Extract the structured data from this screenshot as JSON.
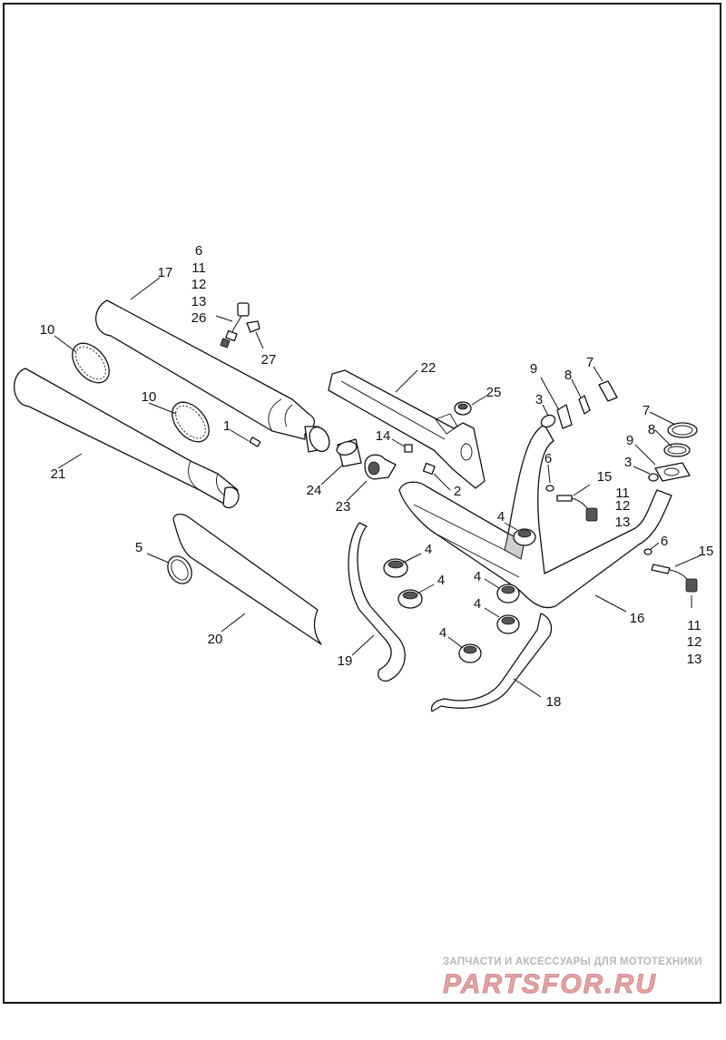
{
  "callouts": [
    {
      "id": "c1",
      "text": "1"
    },
    {
      "id": "c2",
      "text": "2"
    },
    {
      "id": "c3a",
      "text": "3"
    },
    {
      "id": "c3b",
      "text": "3"
    },
    {
      "id": "c4a",
      "text": "4"
    },
    {
      "id": "c4b",
      "text": "4"
    },
    {
      "id": "c4c",
      "text": "4"
    },
    {
      "id": "c4d",
      "text": "4"
    },
    {
      "id": "c4e",
      "text": "4"
    },
    {
      "id": "c4f",
      "text": "4"
    },
    {
      "id": "c5",
      "text": "5"
    },
    {
      "id": "c6a",
      "text": "6"
    },
    {
      "id": "c6b",
      "text": "6"
    },
    {
      "id": "c7a",
      "text": "7"
    },
    {
      "id": "c7b",
      "text": "7"
    },
    {
      "id": "c8a",
      "text": "8"
    },
    {
      "id": "c8b",
      "text": "8"
    },
    {
      "id": "c9a",
      "text": "9"
    },
    {
      "id": "c9b",
      "text": "9"
    },
    {
      "id": "c10a",
      "text": "10"
    },
    {
      "id": "c10b",
      "text": "10"
    },
    {
      "id": "c14",
      "text": "14"
    },
    {
      "id": "c15a",
      "text": "15"
    },
    {
      "id": "c15b",
      "text": "15"
    },
    {
      "id": "c16",
      "text": "16"
    },
    {
      "id": "c17",
      "text": "17"
    },
    {
      "id": "c18",
      "text": "18"
    },
    {
      "id": "c19",
      "text": "19"
    },
    {
      "id": "c20",
      "text": "20"
    },
    {
      "id": "c21",
      "text": "21"
    },
    {
      "id": "c22",
      "text": "22"
    },
    {
      "id": "c23",
      "text": "23"
    },
    {
      "id": "c24",
      "text": "24"
    },
    {
      "id": "c25",
      "text": "25"
    },
    {
      "id": "c27",
      "text": "27"
    }
  ],
  "callout_stacks": {
    "top_left": [
      "6",
      "11",
      "12",
      "13",
      "26"
    ],
    "mid_right": [
      "11",
      "12",
      "13"
    ],
    "bottom_right": [
      "11",
      "12",
      "13"
    ]
  },
  "watermark": {
    "tagline": "ЗАПЧАСТИ И АКСЕССУАРЫ ДЛЯ МОТОТЕХНИКИ",
    "logo_text": "PARTSFOR.RU",
    "logo_color": "#e4a3a3"
  },
  "colors": {
    "line": "#111111",
    "background": "#ffffff"
  }
}
